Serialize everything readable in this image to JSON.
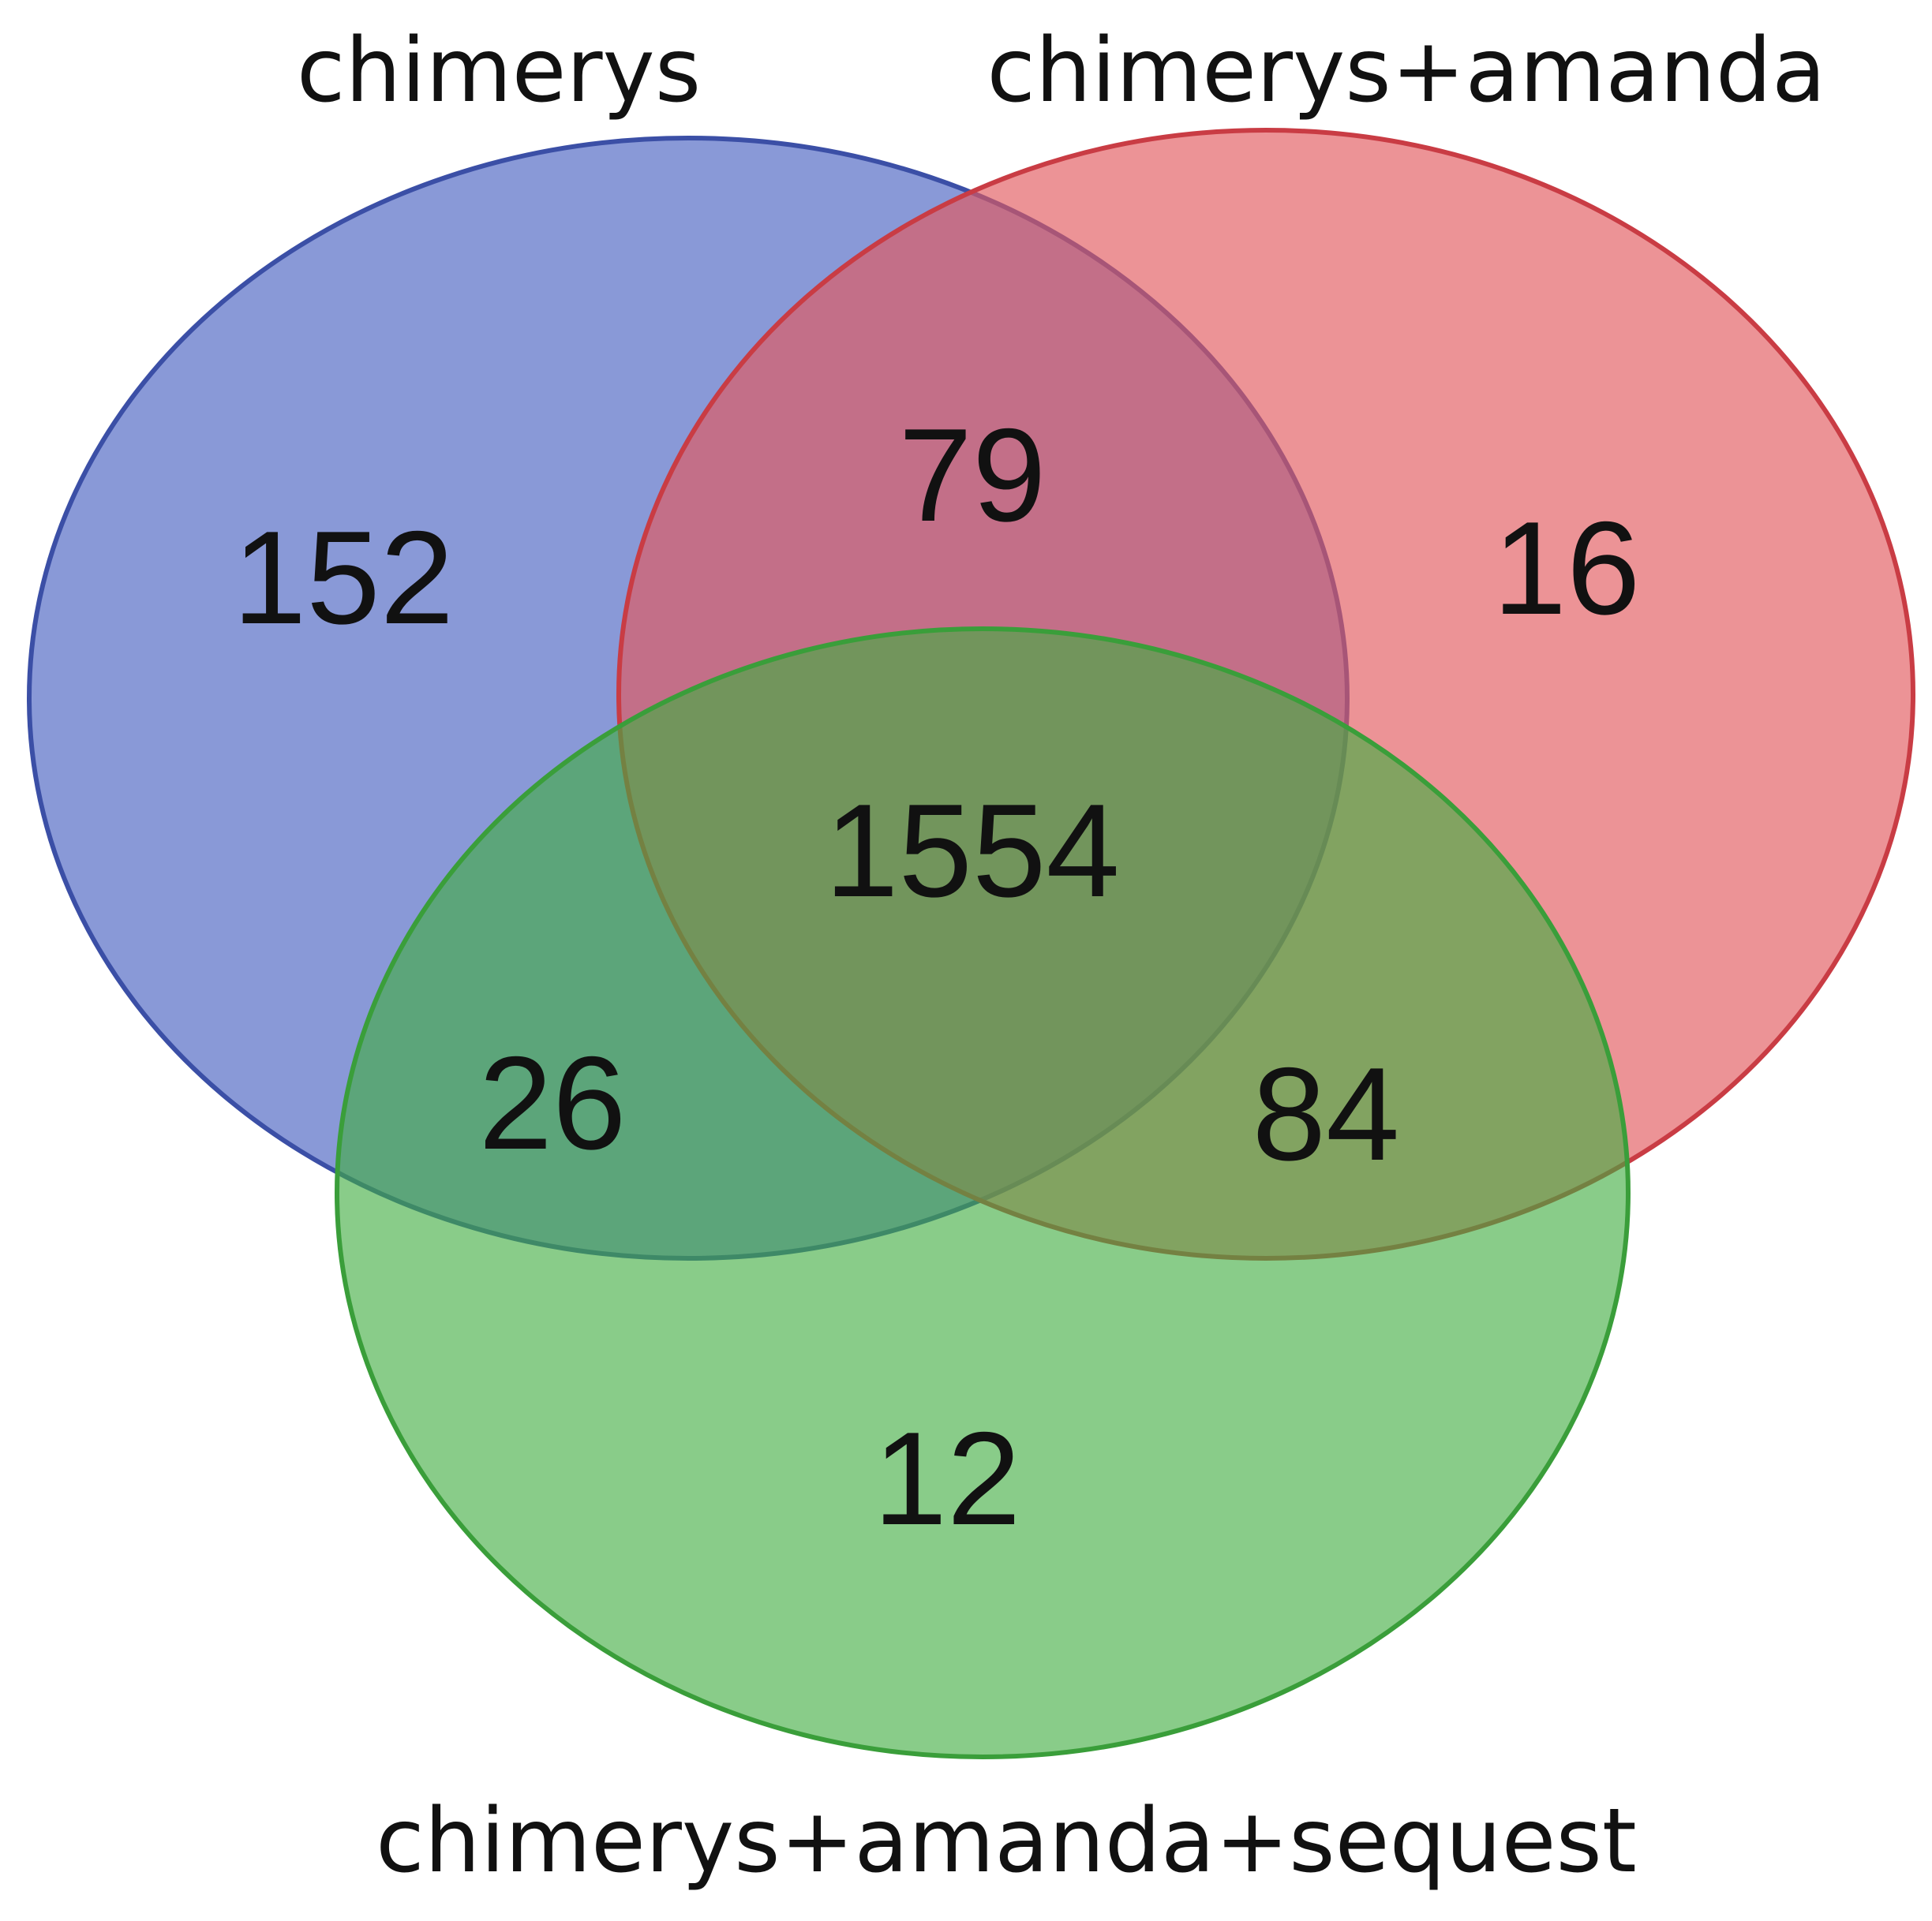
{
  "diagram": {
    "type": "venn",
    "sets": [
      {
        "key": "A",
        "label": "chimerys",
        "fill": "#4a62c2",
        "stroke": "#3b4fa6"
      },
      {
        "key": "B",
        "label": "chimerys+amanda",
        "fill": "#e2595d",
        "stroke": "#c93c44"
      },
      {
        "key": "C",
        "label": "chimerys+amanda+sequest",
        "fill": "#40ad40",
        "stroke": "#3a9e3a"
      }
    ],
    "regions": {
      "A_only": "152",
      "B_only": "16",
      "C_only": "12",
      "A_B": "79",
      "A_C": "26",
      "B_C": "84",
      "A_B_C": "1554"
    }
  }
}
